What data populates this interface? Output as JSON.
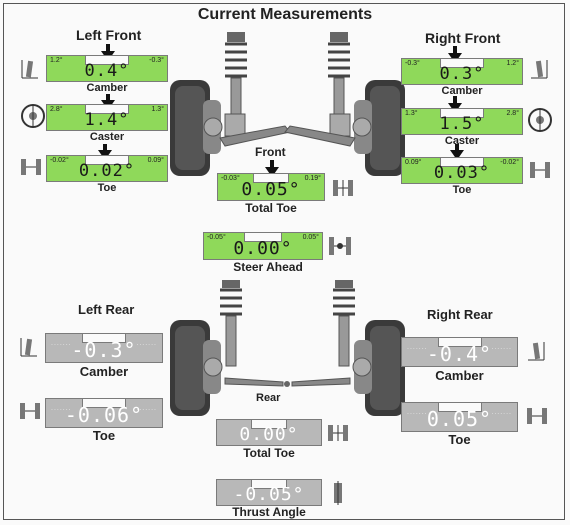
{
  "title": "Current Measurements",
  "left_front": {
    "heading": "Left Front",
    "camber": {
      "min": "1.2°",
      "max": "-0.3°",
      "value": "0.4°",
      "label": "Camber"
    },
    "caster": {
      "min": "2.8°",
      "max": "1.3°",
      "value": "1.4°",
      "label": "Caster"
    },
    "toe": {
      "min": "-0.02°",
      "max": "0.09°",
      "value": "0.02°",
      "label": "Toe"
    }
  },
  "right_front": {
    "heading": "Right Front",
    "camber": {
      "min": "-0.3°",
      "max": "1.2°",
      "value": "0.3°",
      "label": "Camber"
    },
    "caster": {
      "min": "1.3°",
      "max": "2.8°",
      "value": "1.5°",
      "label": "Caster"
    },
    "toe": {
      "min": "0.09°",
      "max": "-0.02°",
      "value": "0.03°",
      "label": "Toe"
    }
  },
  "front": {
    "heading": "Front",
    "total_toe": {
      "min": "-0.03°",
      "max": "0.19°",
      "value": "0.05°",
      "label": "Total Toe"
    },
    "steer_ahead": {
      "min": "-0.05°",
      "max": "0.05°",
      "value": "0.00°",
      "label": "Steer Ahead"
    }
  },
  "left_rear": {
    "heading": "Left Rear",
    "camber": {
      "value": "-0.3°",
      "label": "Camber"
    },
    "toe": {
      "value": "-0.06°",
      "label": "Toe"
    }
  },
  "right_rear": {
    "heading": "Right Rear",
    "camber": {
      "value": "-0.4°",
      "label": "Camber"
    },
    "toe": {
      "value": "0.05°",
      "label": "Toe"
    }
  },
  "rear": {
    "heading": "Rear",
    "total_toe": {
      "value": "0.00°",
      "label": "Total Toe"
    },
    "thrust_angle": {
      "value": "-0.05°",
      "label": "Thrust Angle"
    }
  },
  "colors": {
    "in_spec": "#8fd95a",
    "no_spec": "#b8b8b8"
  },
  "icons": [
    "camber-icon",
    "caster-icon",
    "toe-icon",
    "total-toe-icon",
    "steer-ahead-icon",
    "thrust-angle-icon",
    "front-suspension-diagram",
    "rear-suspension-diagram"
  ]
}
